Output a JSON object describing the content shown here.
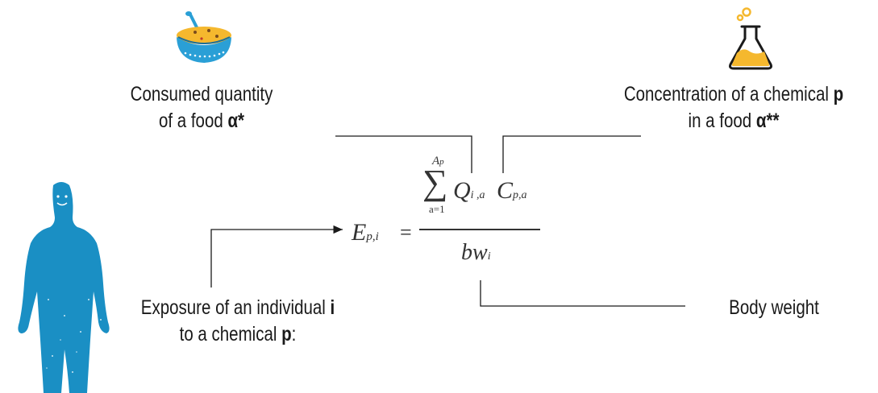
{
  "labels": {
    "consumed": {
      "line1": "Consumed quantity",
      "line2_pre": "of a food ",
      "line2_bold": "α",
      "line2_post": "*"
    },
    "concentration": {
      "line1_pre": "Concentration of a chemical ",
      "line1_bold": "p",
      "line2_pre": "in a food ",
      "line2_bold": "α",
      "line2_post": "**"
    },
    "exposure": {
      "line1_pre": "Exposure of an individual ",
      "line1_bold": "i",
      "line2_pre": "to a chemical ",
      "line2_bold": "p",
      "line2_post": ":"
    },
    "body_weight": "Body weight"
  },
  "formula": {
    "lhs": "E",
    "lhs_sub": "p,i",
    "equals": "=",
    "sum_symbol": "∑",
    "sum_upper": "A",
    "sum_upper_sub": "p",
    "sum_lower": "a=1",
    "q": "Q",
    "q_sub": "i ,a",
    "c": "C",
    "c_sub": "p,a",
    "denominator": "bw",
    "denominator_sub": "i"
  },
  "icons": {
    "bowl": "food-bowl-icon",
    "flask": "chemical-flask-icon",
    "person": "person-icon"
  },
  "colors": {
    "person": "#1a8fc4",
    "bowl": "#2a9fd6",
    "food": "#f5b82e",
    "liquid": "#f5b82e"
  }
}
